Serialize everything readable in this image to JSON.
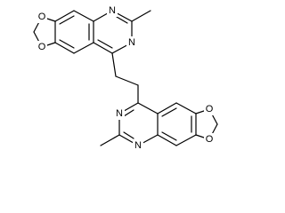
{
  "colors": {
    "background": "#ffffff",
    "ink": "#000000"
  },
  "atom_labels": {
    "top_n_upper": "N",
    "top_n_lower": "N",
    "top_o_upper": "O",
    "top_o_lower": "O",
    "bottom_n_upper": "N",
    "bottom_n_lower": "N",
    "bottom_o_upper": "O",
    "bottom_o_lower": "O"
  }
}
